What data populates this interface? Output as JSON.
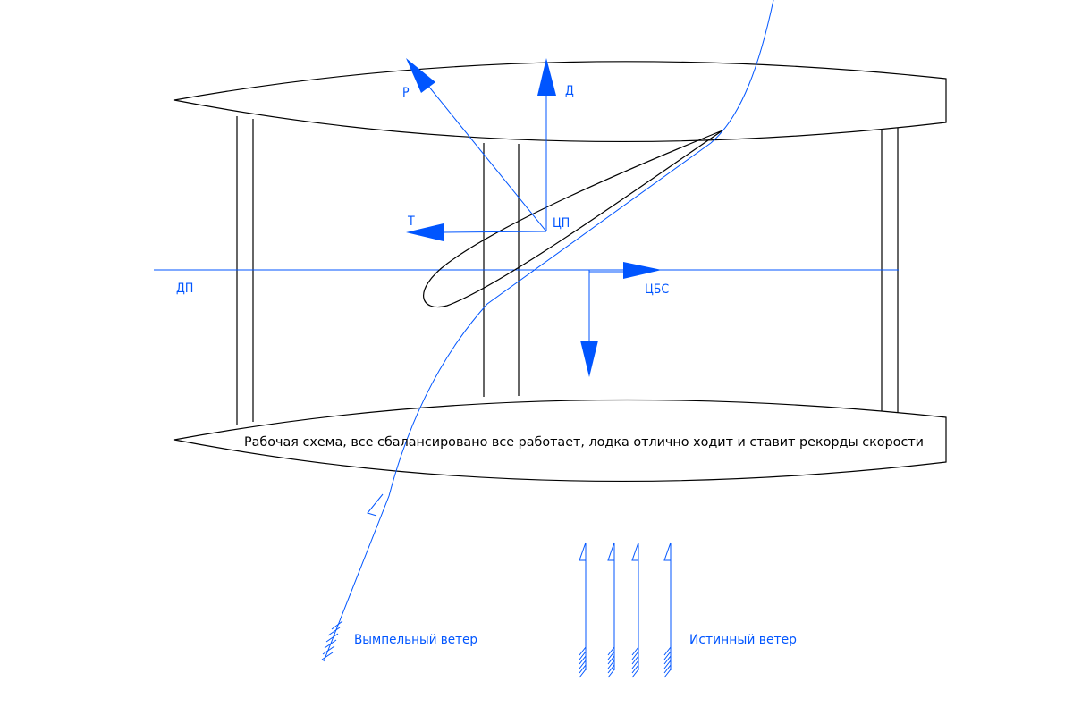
{
  "colors": {
    "force": "#0055ff",
    "outline": "#000000"
  },
  "labels": {
    "resultant": "Р",
    "drift": "Д",
    "thrust": "Т",
    "center_of_effort": "ЦП",
    "centerline": "ДП",
    "center_of_lateral_resistance": "ЦБС"
  },
  "caption": "Рабочая схема, все сбалансировано все работает, лодка отлично ходит и ставит рекорды скорости",
  "legend": {
    "apparent_wind": "Вымпельный ветер",
    "true_wind": "Истинный ветер"
  }
}
